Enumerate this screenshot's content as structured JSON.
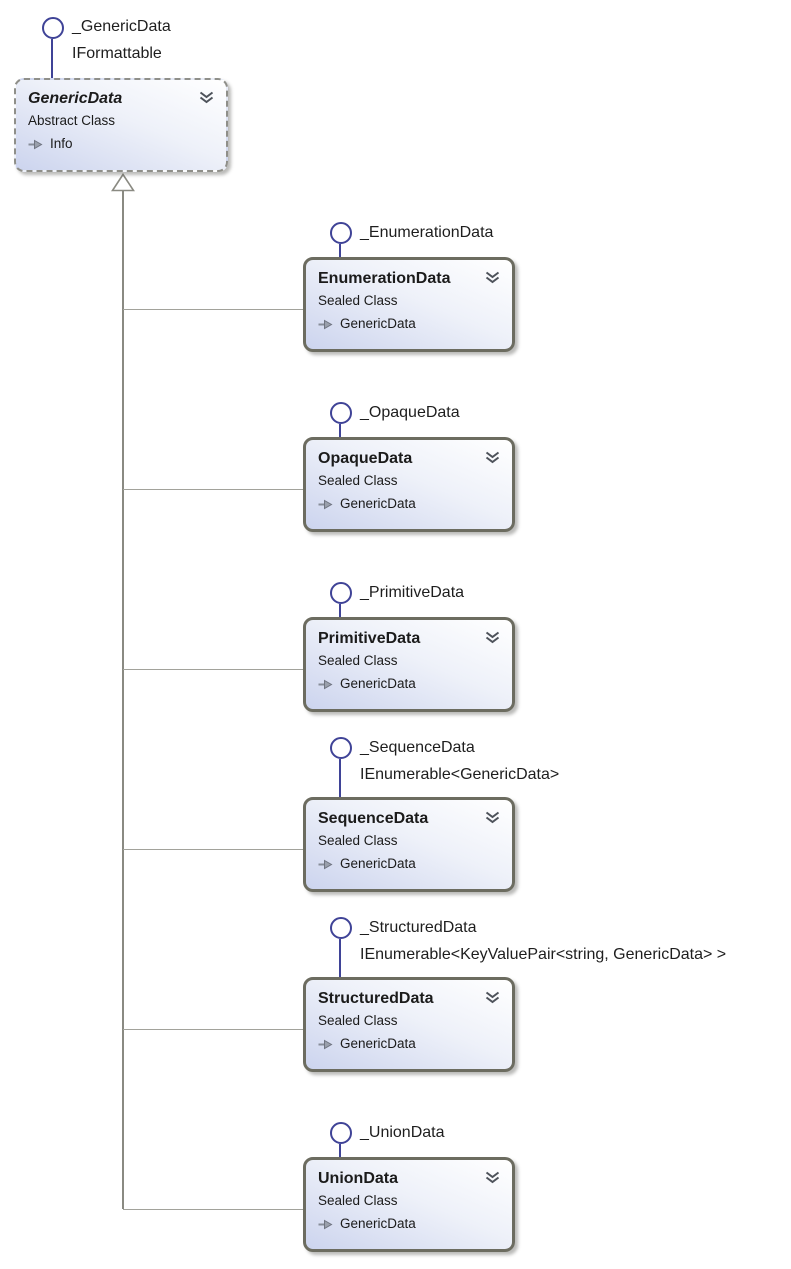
{
  "diagram": {
    "root": {
      "name": "GenericData",
      "kind": "Abstract Class",
      "members": [
        "Info"
      ],
      "interfaces": [
        "_GenericData",
        "IFormattable"
      ]
    },
    "derived": [
      {
        "name": "EnumerationData",
        "kind": "Sealed Class",
        "base": "GenericData",
        "interfaces": [
          "_EnumerationData"
        ]
      },
      {
        "name": "OpaqueData",
        "kind": "Sealed Class",
        "base": "GenericData",
        "interfaces": [
          "_OpaqueData"
        ]
      },
      {
        "name": "PrimitiveData",
        "kind": "Sealed Class",
        "base": "GenericData",
        "interfaces": [
          "_PrimitiveData"
        ]
      },
      {
        "name": "SequenceData",
        "kind": "Sealed Class",
        "base": "GenericData",
        "interfaces": [
          "_SequenceData",
          "IEnumerable<GenericData>"
        ]
      },
      {
        "name": "StructuredData",
        "kind": "Sealed Class",
        "base": "GenericData",
        "interfaces": [
          "_StructuredData",
          "IEnumerable<KeyValuePair<string, GenericData> >"
        ]
      },
      {
        "name": "UnionData",
        "kind": "Sealed Class",
        "base": "GenericData",
        "interfaces": [
          "_UnionData"
        ]
      }
    ],
    "icons": {
      "collapse": "double-chevron-down",
      "member": "pointer-arrow",
      "interface": "lollipop-circle",
      "inheritance": "hollow-triangle-arrowhead"
    },
    "colors": {
      "box_border": "#6c6c60",
      "abstract_border": "#8f8f89",
      "box_gradient_light": "#ffffff",
      "box_gradient_dark": "#ccd4ee",
      "lollipop": "#3f4397",
      "connector_trunk": "#8a8a82",
      "connector_branch": "#a2a29b",
      "text": "#1b1b1b"
    }
  }
}
